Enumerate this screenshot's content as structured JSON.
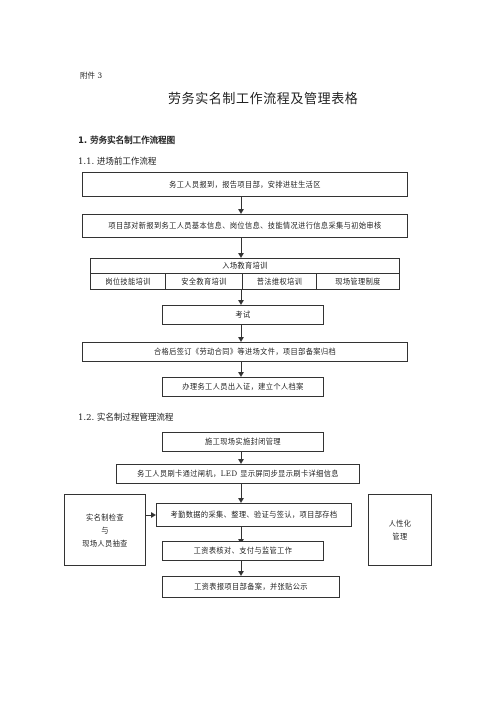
{
  "attachment_label": "附件 3",
  "title": "劳务实名制工作流程及管理表格",
  "section1_heading": "1. 劳务实名制工作流程图",
  "sub1_heading": "1.1. 进场前工作流程",
  "flow1": {
    "step1": "务工人员报到，报告项目部，安排进驻生活区",
    "step2": "项目部对新报到务工人员基本信息、岗位信息、技能情况进行信息采集与初始审核",
    "training_title": "入场教育培训",
    "training_items": [
      "岗位技能培训",
      "安全教育培训",
      "普法维权培训",
      "现场管理制度"
    ],
    "step4": "考试",
    "step5": "合格后签订《劳动合同》等进场文件，项目部备案归档",
    "step6": "办理务工人员出入证，建立个人档案"
  },
  "sub2_heading": "1.2. 实名制过程管理流程",
  "flow2": {
    "step1": "施工现场实施封闭管理",
    "step2": "务工人员刷卡通过闸机，LED 显示屏同步显示刷卡详细信息",
    "left_box": [
      "实名制检查",
      "与",
      "现场人员抽查"
    ],
    "step3": "考勤数据的采集、整理、验证与签认，项目部存档",
    "right_box": [
      "人性化",
      "管理"
    ],
    "step4": "工资表核对、支付与监管工作",
    "step5": "工资表报项目部备案，并张贴公示"
  }
}
